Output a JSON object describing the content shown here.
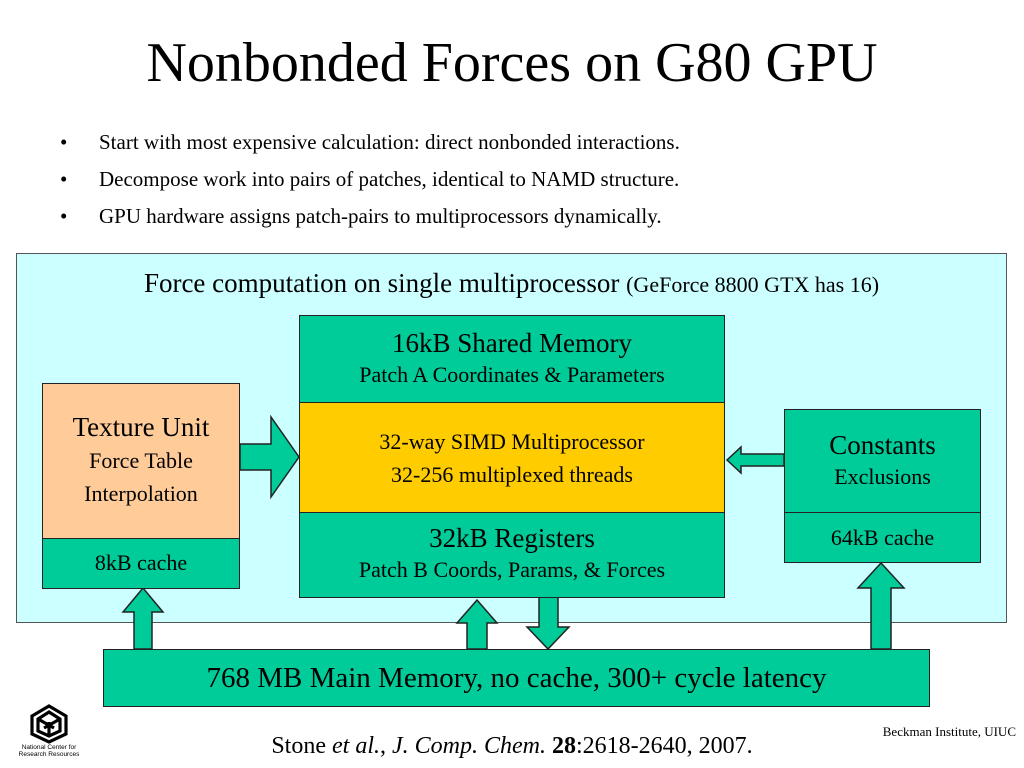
{
  "slide": {
    "title": "Nonbonded Forces on G80 GPU",
    "bullets": [
      "Start with most expensive calculation: direct nonbonded interactions.",
      "Decompose work into pairs of patches, identical to NAMD structure.",
      "GPU hardware assigns patch-pairs to multiprocessors dynamically."
    ],
    "bullet_symbol": "•"
  },
  "diagram": {
    "caption_main": "Force computation on single multiprocessor",
    "caption_note": "(GeForce 8800 GTX has 16)",
    "shared_memory": {
      "title": "16kB Shared Memory",
      "subtitle": "Patch A Coordinates & Parameters"
    },
    "simd": {
      "line1": "32-way SIMD Multiprocessor",
      "line2": "32-256 multiplexed threads"
    },
    "registers": {
      "title": "32kB Registers",
      "subtitle": "Patch B Coords, Params, & Forces"
    },
    "texture_unit": {
      "title": "Texture Unit",
      "line2": "Force Table",
      "line3": "Interpolation",
      "cache": "8kB cache"
    },
    "constants": {
      "title": "Constants",
      "subtitle": "Exclusions",
      "cache": "64kB cache"
    },
    "main_memory": "768 MB Main Memory, no cache, 300+ cycle latency"
  },
  "footer": {
    "citation_author": "Stone",
    "citation_etal": "et al.",
    "citation_sep1": ", ",
    "citation_journal": "J. Comp. Chem.",
    "citation_volume": "28",
    "citation_pages": ":2618-2640, 2007.",
    "affiliation": "Beckman Institute, UIUC",
    "logo_text_line1": "National Center for",
    "logo_text_line2": "Research Resources"
  },
  "colors": {
    "panel_bg": "#ccffff",
    "teal": "#00cc99",
    "gold": "#ffcc00",
    "peach": "#ffcc99"
  }
}
